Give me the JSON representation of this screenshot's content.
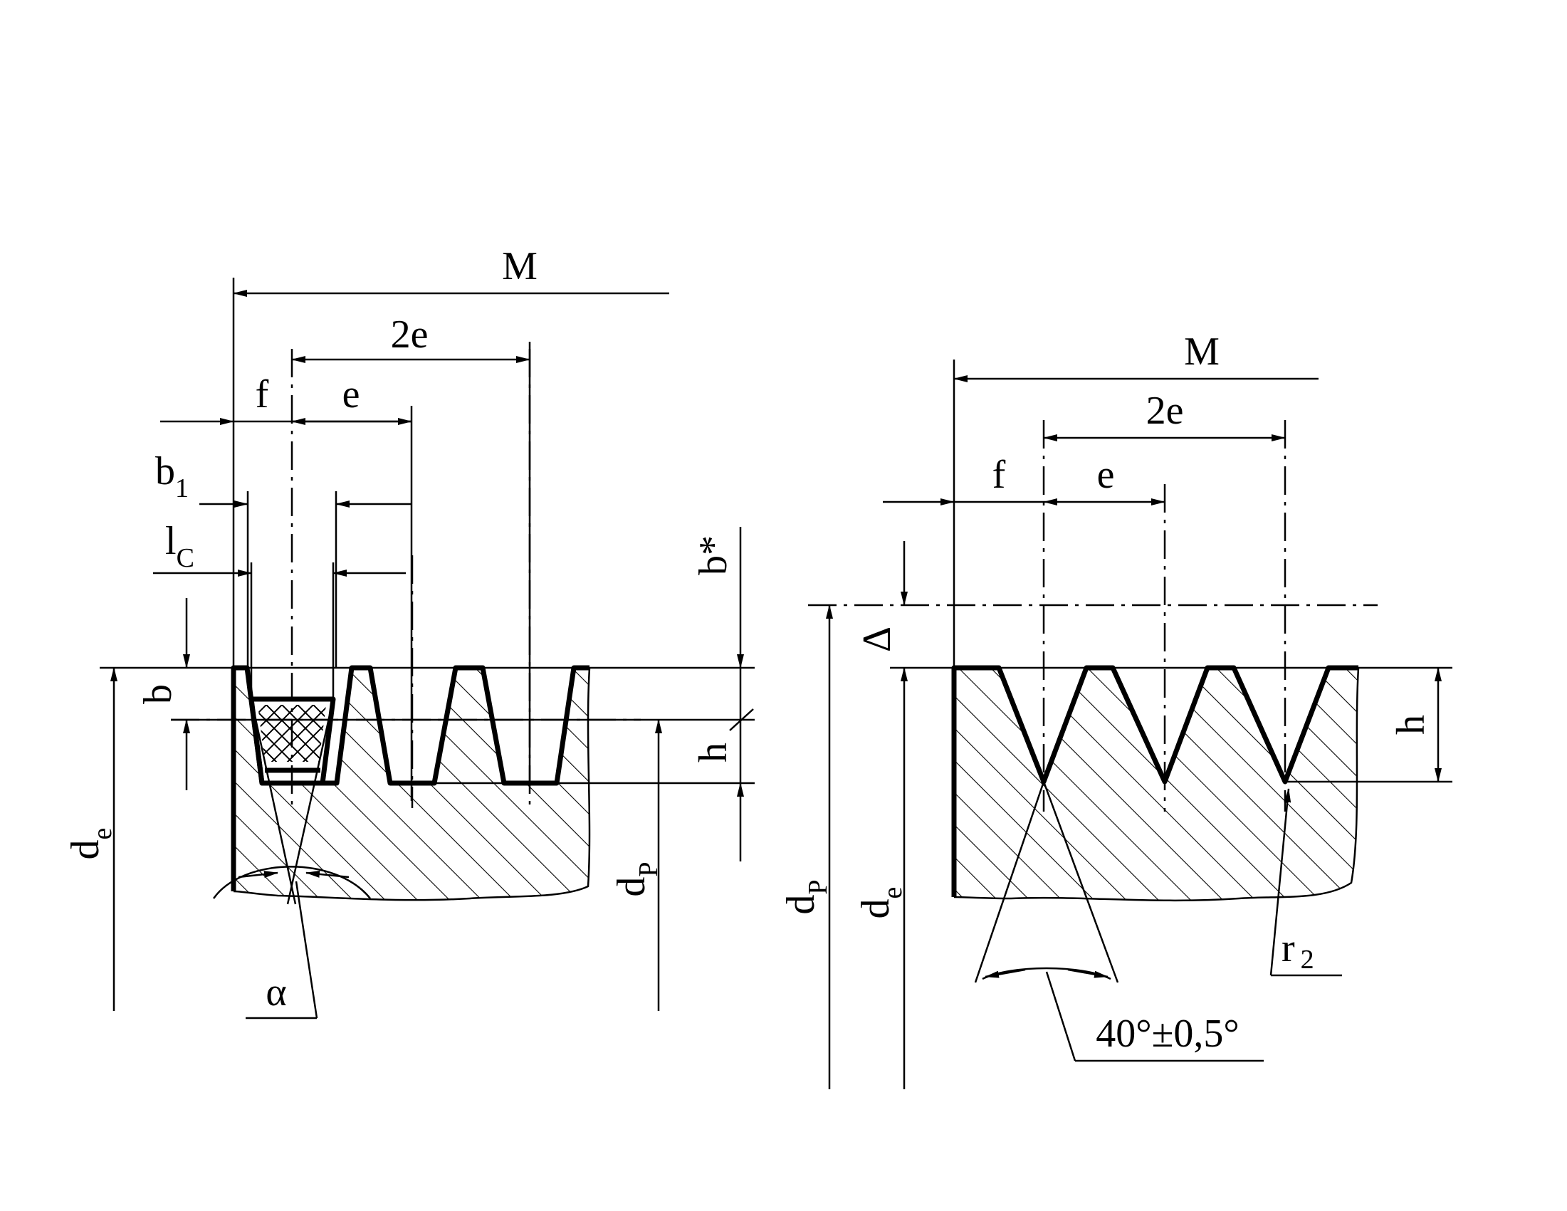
{
  "left_view": {
    "dim_M": "M",
    "dim_2e": "2e",
    "dim_e": "e",
    "dim_f": "f",
    "dim_b1_main": "b",
    "dim_b1_sub": "1",
    "dim_lc_main": "l",
    "dim_lc_sub": "C",
    "dim_b": "b",
    "dim_bstar": "b*",
    "dim_h": "h",
    "dim_de_main": "d",
    "dim_de_sub": "e",
    "dim_dp_main": "d",
    "dim_dp_sub": "P",
    "dim_alpha": "α"
  },
  "right_view": {
    "dim_M": "M",
    "dim_2e": "2e",
    "dim_e": "e",
    "dim_f": "f",
    "dim_delta": "Δ",
    "dim_h": "h",
    "dim_dp_main": "d",
    "dim_dp_sub": "P",
    "dim_de_main": "d",
    "dim_de_sub": "e",
    "dim_r2_main": "r",
    "dim_r2_sub": "2",
    "dim_angle": "40°±0,5°"
  }
}
